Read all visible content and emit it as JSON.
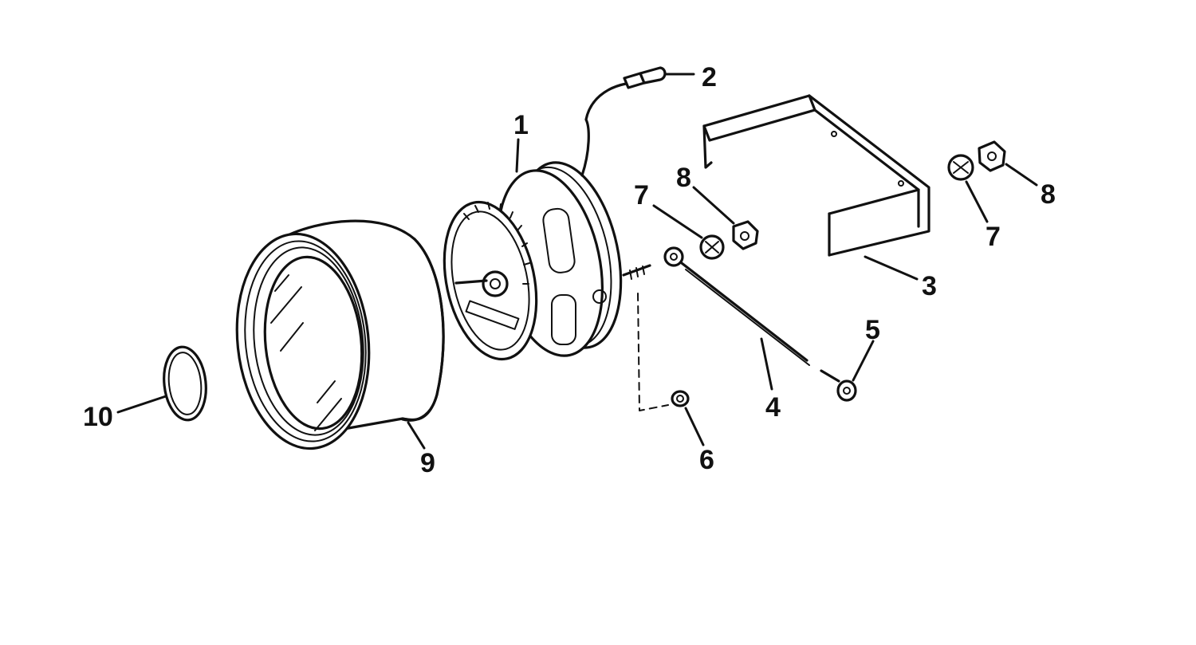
{
  "callouts": {
    "c1": "1",
    "c2": "2",
    "c3": "3",
    "c4": "4",
    "c5": "5",
    "c6": "6",
    "c7a": "7",
    "c7b": "7",
    "c8a": "8",
    "c8b": "8",
    "c9": "9",
    "c10": "10"
  },
  "colors": {
    "ink": "#111111",
    "paper": "#ffffff"
  }
}
